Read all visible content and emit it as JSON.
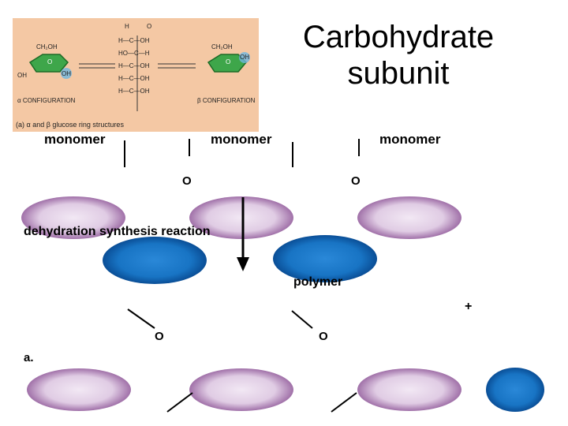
{
  "title": "Carbohydrate subunit",
  "labels": {
    "monomer_1": "monomer",
    "monomer_2": "monomer",
    "monomer_3": "monomer",
    "oxygen_top_left": "O",
    "oxygen_top_right": "O",
    "reaction": "dehydration synthesis reaction",
    "product": "polymer",
    "plus": "+",
    "oxygen_bottom_left": "O",
    "oxygen_bottom_right": "O",
    "part": "a."
  },
  "glucose_figure": {
    "alpha_caption": "α CONFIGURATION",
    "beta_caption": "β CONFIGURATION",
    "figure_caption": "(a) α and β glucose ring structures",
    "group_ch2oh": "CH₂OH",
    "group_oh": "OH",
    "atom_h": "H",
    "atom_o": "O",
    "atom_c": "C",
    "chain_top": "H   O",
    "chain_rows": [
      "H—C—OH",
      "HO—C—H",
      "H—C—OH",
      "H—C—OH",
      "H—C—OH"
    ]
  },
  "colors": {
    "light_oval": "#e0cce4",
    "light_oval_border": "#a070a8",
    "blue_oval": "#1874c4",
    "blue_oval_dark": "#0a4e96",
    "ring_green": "#3ea64a",
    "highlight": "#6fb6e0",
    "image_background": "#f4c8a4"
  }
}
